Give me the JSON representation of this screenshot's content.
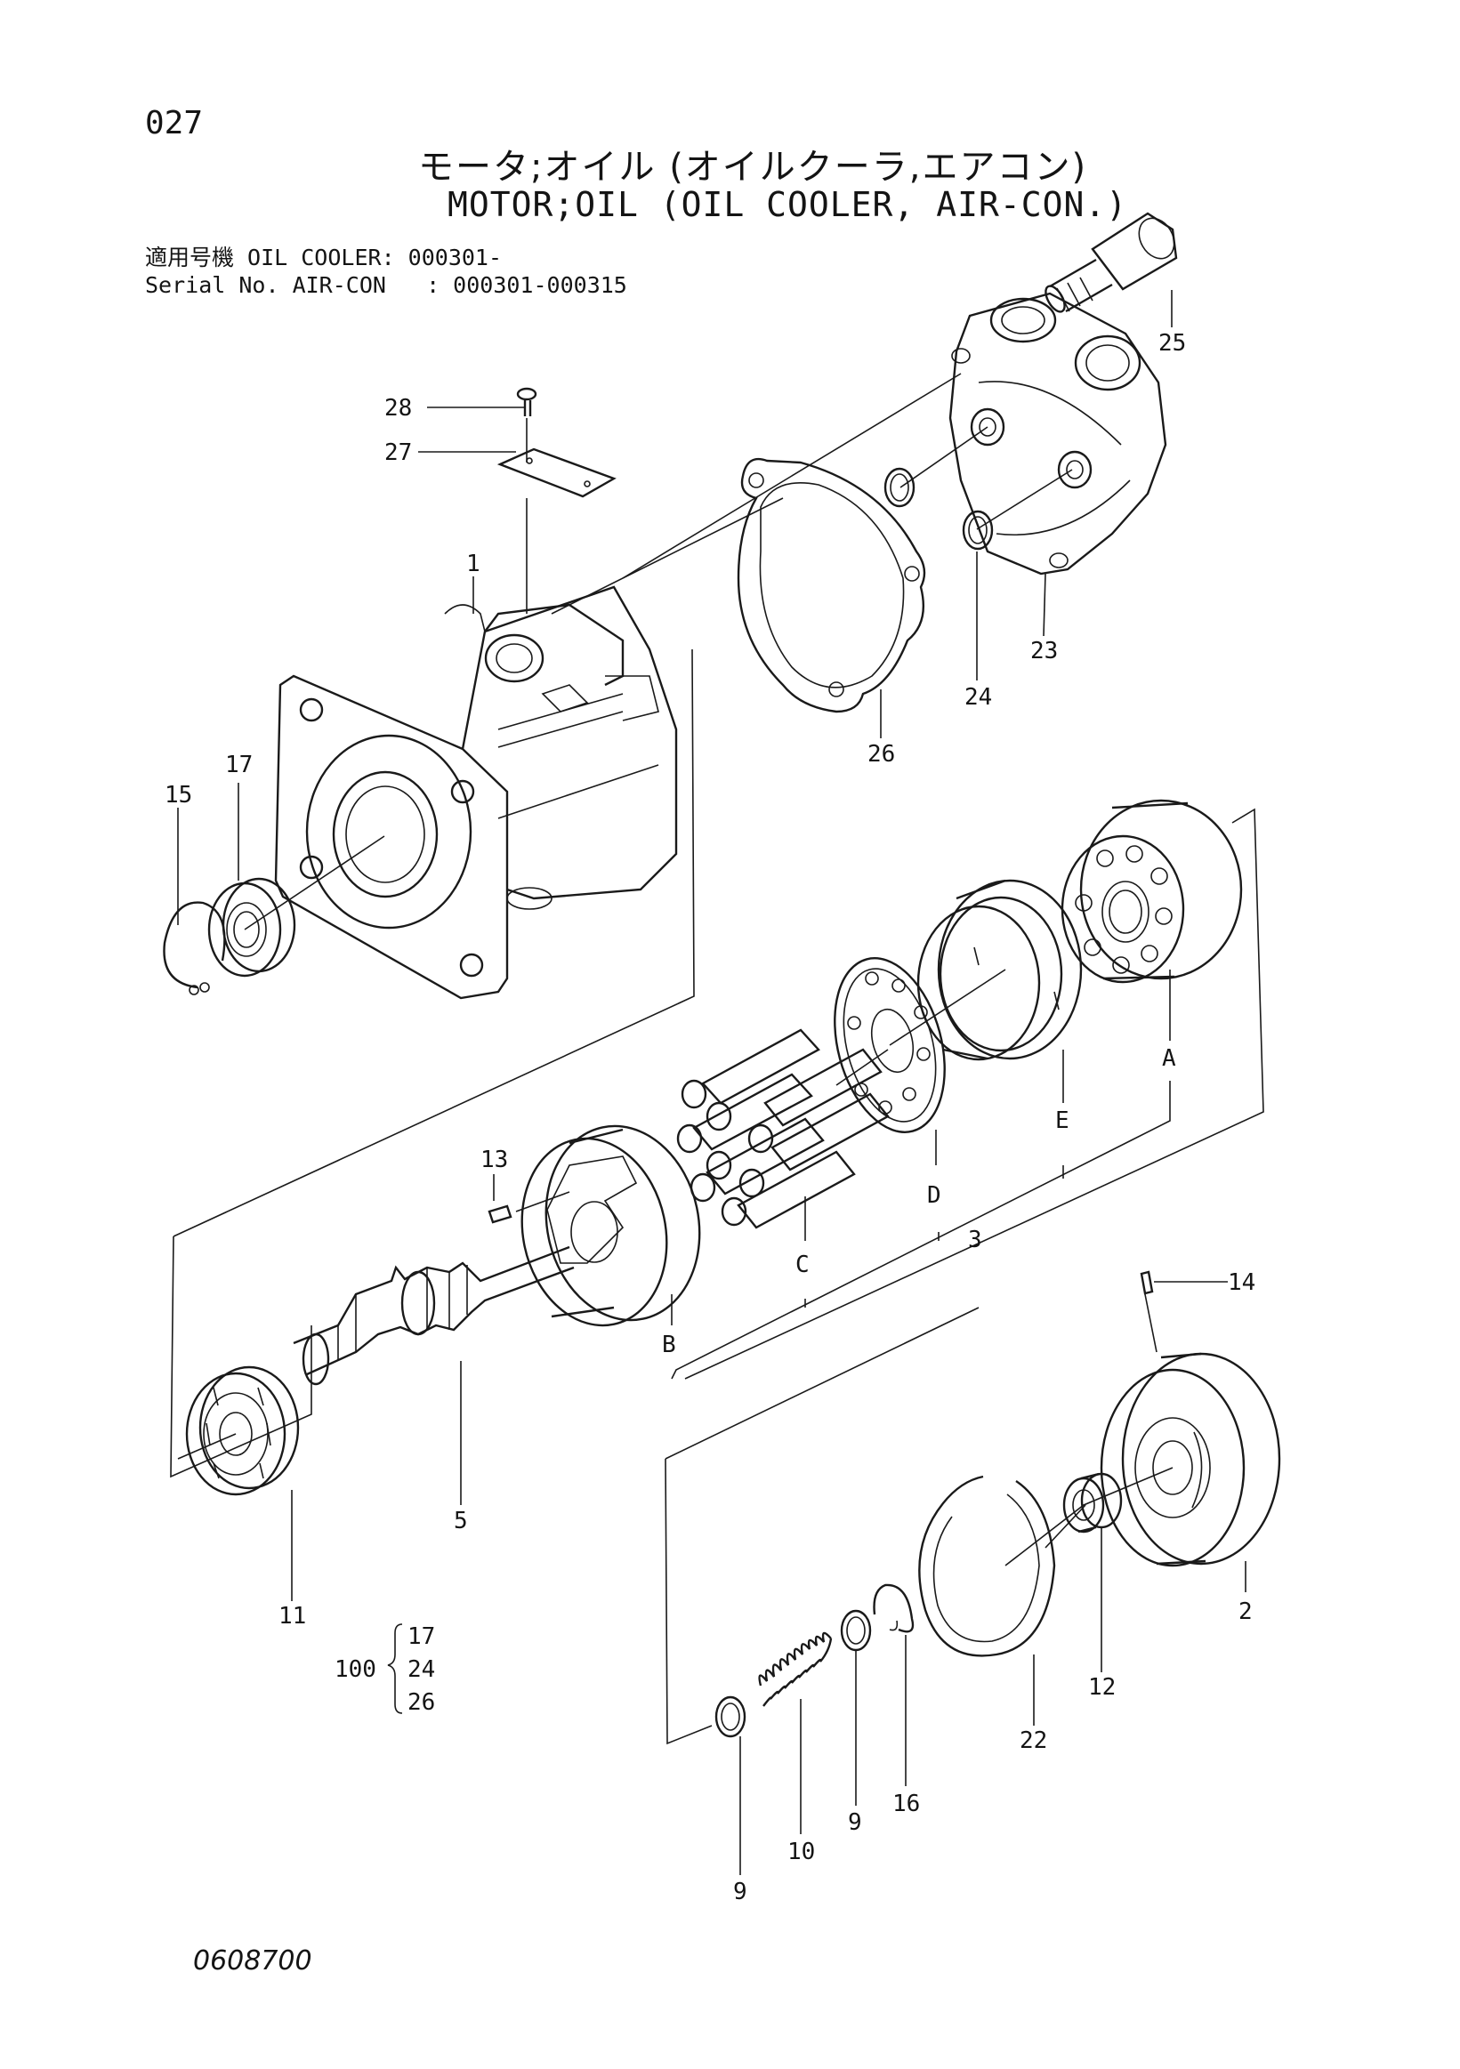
{
  "header": {
    "page_no": "027",
    "title_jp": "モータ;オイル (オイルクーラ,エアコン)",
    "title_en": "MOTOR;OIL (OIL COOLER, AIR-CON.)",
    "serial_line_1": "適用号機 OIL COOLER: 000301-",
    "serial_line_2": "Serial No. AIR-CON   : 000301-000315"
  },
  "callouts": {
    "p1": "1",
    "p2": "2",
    "p3": "3",
    "p5": "5",
    "p9a": "9",
    "p9b": "9",
    "p10": "10",
    "p11": "11",
    "p12": "12",
    "p13": "13",
    "p14": "14",
    "p15": "15",
    "p16": "16",
    "p17": "17",
    "p22": "22",
    "p23": "23",
    "p24": "24",
    "p25": "25",
    "p26": "26",
    "p27": "27",
    "p28": "28",
    "A": "A",
    "B": "B",
    "C": "C",
    "D": "D",
    "E": "E"
  },
  "kit": {
    "number": "100",
    "items": [
      "17",
      "24",
      "26"
    ]
  },
  "footer": {
    "figure_no": "0608700"
  }
}
